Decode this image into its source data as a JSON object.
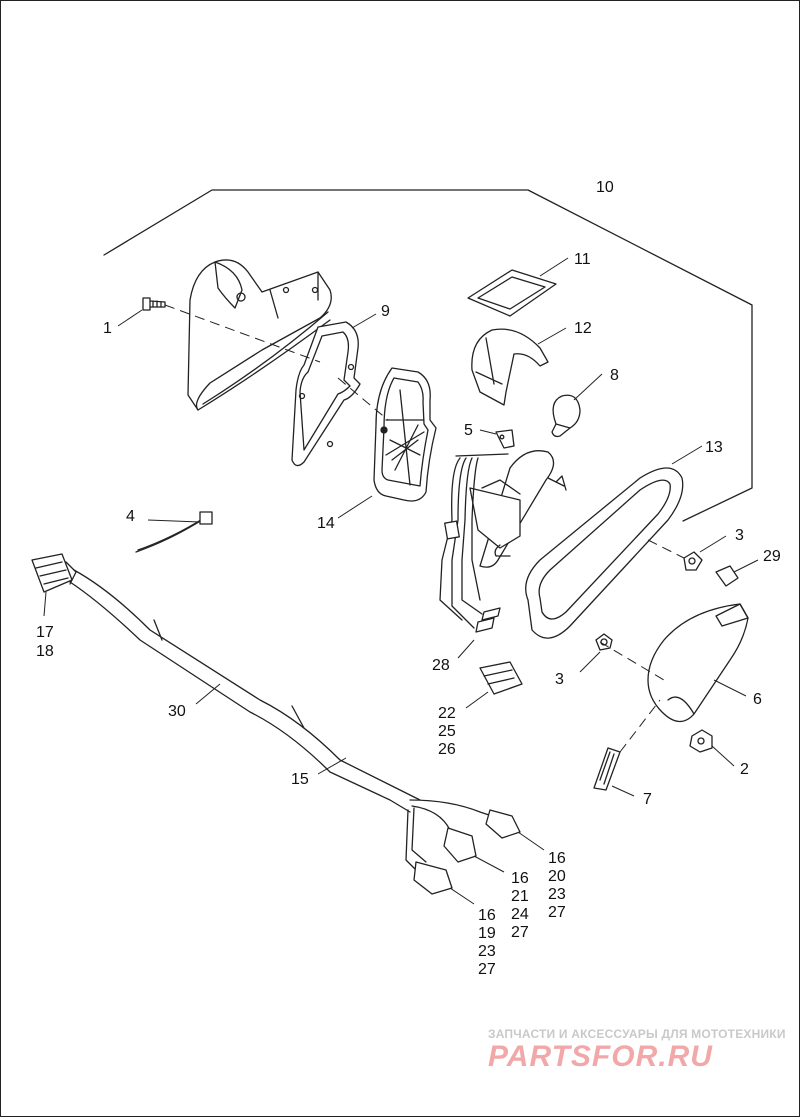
{
  "diagram": {
    "callouts": {
      "c1": "1",
      "c2": "2",
      "c3a": "3",
      "c3b": "3",
      "c4": "4",
      "c5": "5",
      "c6": "6",
      "c7": "7",
      "c8": "8",
      "c9": "9",
      "c10": "10",
      "c11": "11",
      "c12": "12",
      "c13": "13",
      "c14": "14",
      "c15": "15",
      "c16a": "16",
      "c16b": "16",
      "c16c": "16",
      "c17": "17",
      "c18": "18",
      "c19": "19",
      "c20": "20",
      "c21": "21",
      "c22": "22",
      "c23a": "23",
      "c23b": "23",
      "c24": "24",
      "c25": "25",
      "c26": "26",
      "c27a": "27",
      "c27b": "27",
      "c27c": "27",
      "c28": "28",
      "c29": "29",
      "c30": "30"
    }
  },
  "watermark": {
    "tagline": "ЗАПЧАСТИ И АКСЕССУАРЫ ДЛЯ МОТОТЕХНИКИ",
    "logo": "PARTSFOR.RU"
  },
  "colors": {
    "line": "#222222",
    "watermark_logo": "#f2a8a8",
    "watermark_text": "#c9c9c9"
  }
}
